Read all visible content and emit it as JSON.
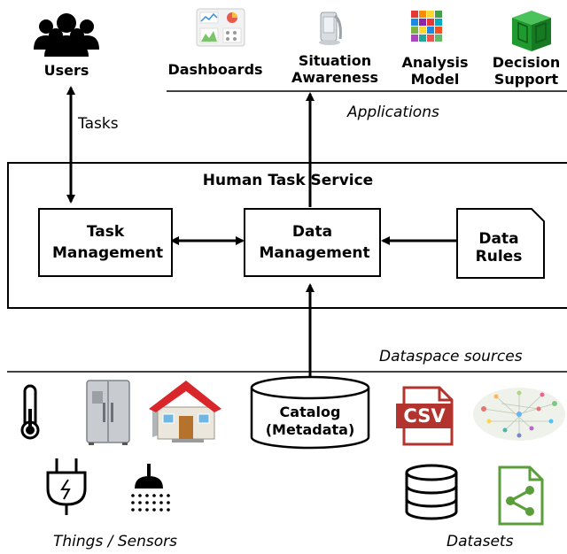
{
  "users": {
    "label": "Users",
    "tasks_label": "Tasks"
  },
  "applications": {
    "caption": "Applications",
    "items": [
      {
        "label": "Dashboards",
        "icon": "dashboard-icon"
      },
      {
        "label": "Situation Awareness",
        "icon": "phone-icon"
      },
      {
        "label": "Analysis Model",
        "icon": "cube-icon"
      },
      {
        "label": "Decision Support",
        "icon": "green-cube-icon"
      }
    ]
  },
  "service": {
    "title": "Human Task Service",
    "task_management": "Task Management",
    "data_management": "Data Management",
    "data_rules": "Data Rules"
  },
  "sources": {
    "caption": "Dataspace sources",
    "catalog": "Catalog (Metadata)",
    "things_label": "Things / Sensors",
    "datasets_label": "Datasets",
    "csv_text": "CSV"
  },
  "colors": {
    "csv_red": "#b3342e",
    "sheet_green": "#5a9e3a",
    "roof_red": "#d9262b",
    "cube_green": "#1f9a2e"
  }
}
